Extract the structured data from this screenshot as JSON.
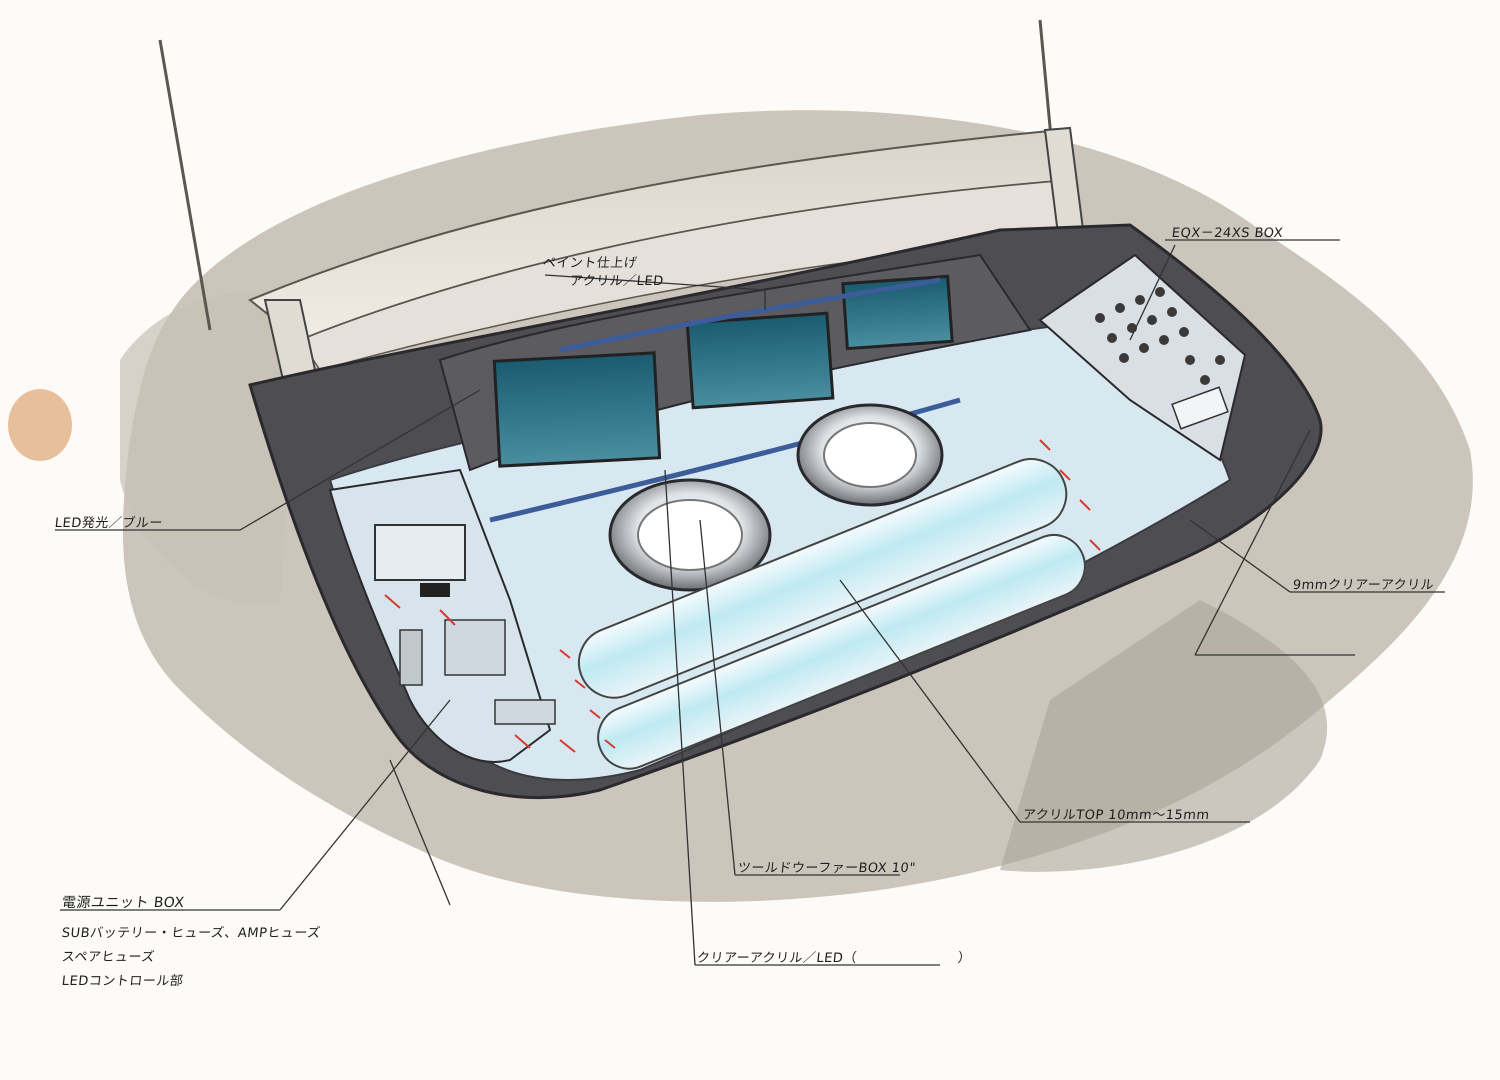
{
  "annotations": {
    "paint_finish": "ペイント仕上げ",
    "acrylic_led": "アクリル／LED",
    "eqx_box": "EQX－24XS BOX",
    "led_blue": "LED発光／ブルー",
    "clear_acrylic_9mm": "9mmクリアーアクリル",
    "acrylic_top": "アクリルTOP 10mm～15mm",
    "subwoofer_box": "ツールドウーファーBOX 10\"",
    "clear_acrylic_led": "クリアーアクリル／LED（",
    "clear_acrylic_led_close": "）",
    "power_unit_box": "電源ユニット BOX",
    "sub_battery": "SUBバッテリー・ヒューズ、AMPヒューズ",
    "spare_fuse": "スペアヒューズ",
    "led_control": "LEDコントロール部"
  },
  "colors": {
    "wash": "#b9b3a7",
    "panel_dark": "#4e4e52",
    "screen": "#1f5f74",
    "acrylic": "#d8e8f0",
    "tube_glow": "#bfe9f2",
    "accent_red": "#d63b30",
    "orange_stain": "#e3b48a"
  }
}
